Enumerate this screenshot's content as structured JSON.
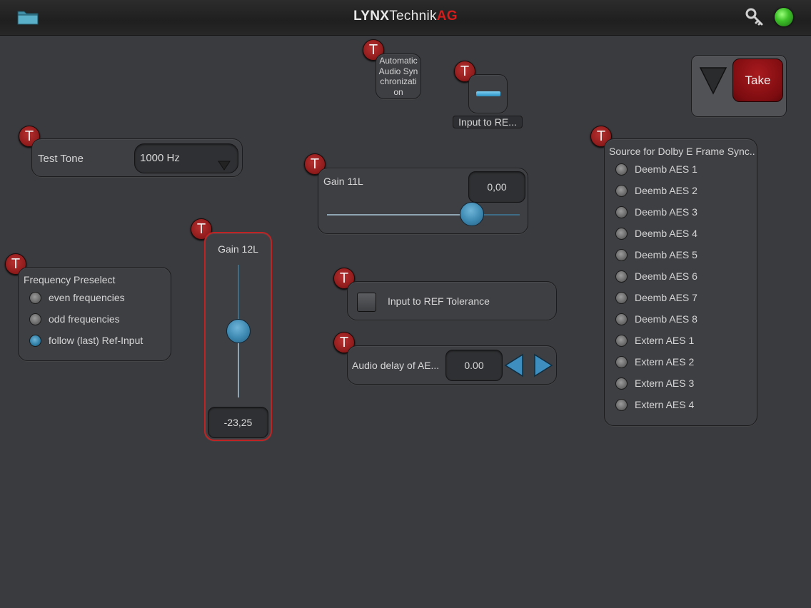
{
  "header": {
    "logo_lynx": "LYNX",
    "logo_technik": "Technik",
    "logo_ag": "AG"
  },
  "icons": {
    "folder": "folder-icon",
    "key": "key-icon",
    "status": "status-led-icon",
    "test_badge": "T"
  },
  "colors": {
    "accent_blue": "#3c88b1",
    "status_green": "#3fc22a",
    "take_red": "#8d0f12",
    "selected_border": "#c02323"
  },
  "auto_sync": {
    "label": "Automatic Audio Synchronization"
  },
  "input_ref_toggle": {
    "label": "Input to RE..."
  },
  "take": {
    "label": "Take"
  },
  "test_tone": {
    "label": "Test Tone",
    "value": "1000 Hz"
  },
  "gain_11l": {
    "label": "Gain 11L",
    "value": "0,00",
    "level": 0.75
  },
  "gain_12l": {
    "label": "Gain 12L",
    "value": "-23,25",
    "level": 0.5
  },
  "freq_preselect": {
    "label": "Frequency Preselect",
    "options": [
      "even frequencies",
      "odd frequencies",
      "follow (last) Ref-Input"
    ],
    "selected": 2
  },
  "ref_tolerance": {
    "label": "Input to REF Tolerance"
  },
  "audio_delay": {
    "label": "Audio delay of AE...",
    "value": "0.00"
  },
  "dolby": {
    "label": "Source for Dolby E Frame Sync...",
    "options": [
      "Deemb AES 1",
      "Deemb AES 2",
      "Deemb AES 3",
      "Deemb AES 4",
      "Deemb AES 5",
      "Deemb AES 6",
      "Deemb AES 7",
      "Deemb AES 8",
      "Extern AES 1",
      "Extern AES 2",
      "Extern AES 3",
      "Extern AES 4"
    ]
  }
}
